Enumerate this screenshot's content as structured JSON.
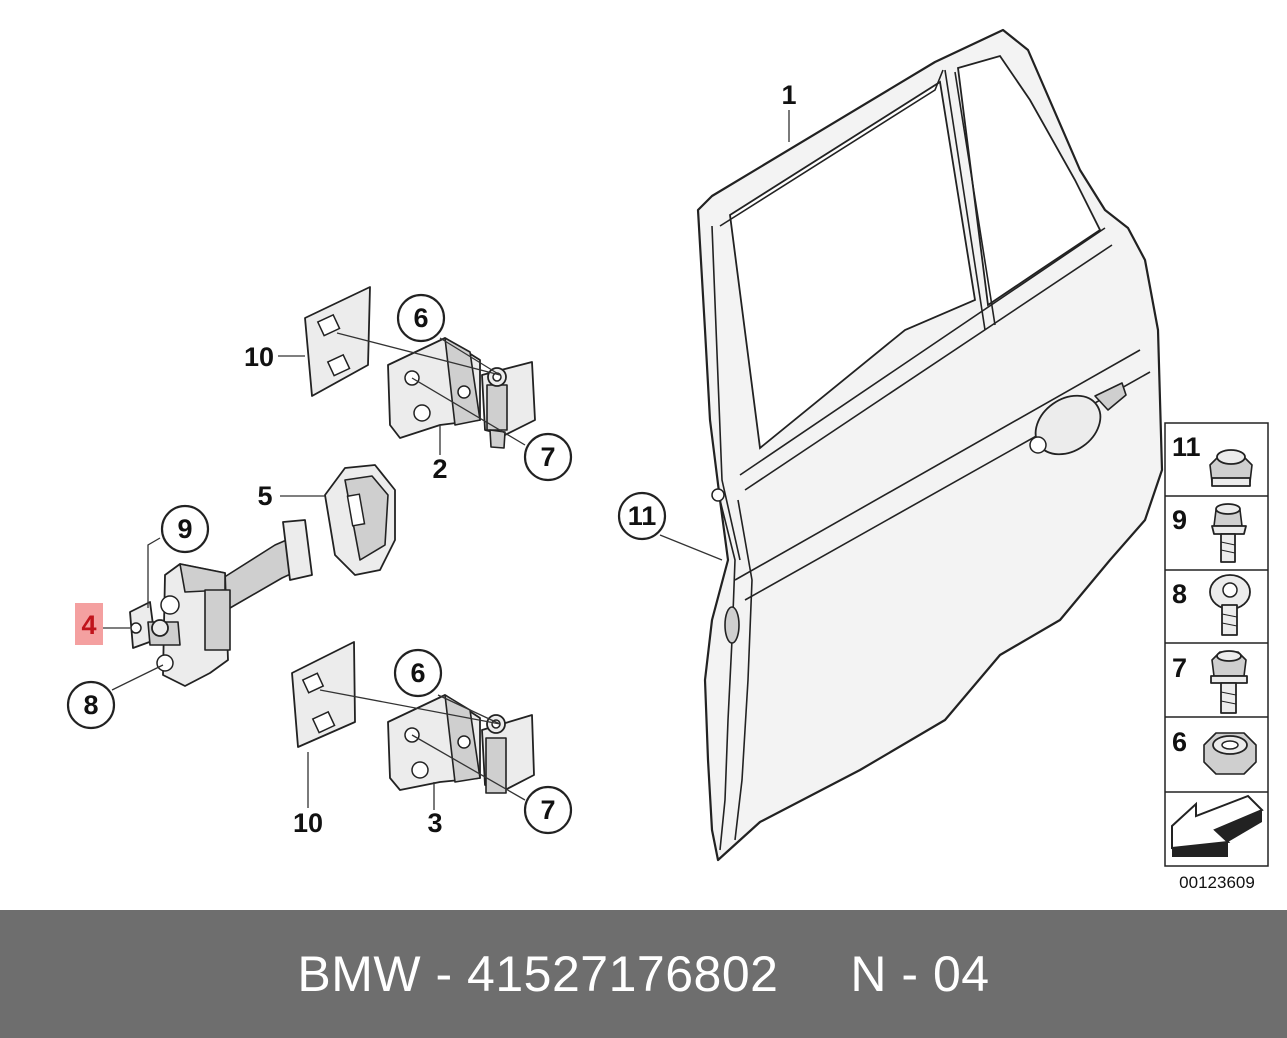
{
  "diagram": {
    "callouts": {
      "door": "1",
      "upper_hinge": "2",
      "lower_hinge": "3",
      "door_check": "4",
      "grommet": "5",
      "hinge_bolt_upper": "6",
      "hinge_bolt_lower": "6",
      "hinge_screw_upper": "7",
      "hinge_screw_lower": "7",
      "check_screw": "8",
      "check_bolt": "9",
      "shim_upper": "10",
      "shim_lower": "10",
      "plug": "11"
    },
    "highlighted_part": "4",
    "highlight_color": "#f4a0a0",
    "legend": [
      "11",
      "9",
      "8",
      "7",
      "6"
    ],
    "legend_icons": [
      "cap-nut-icon",
      "torx-bolt-icon",
      "torx-screw-icon",
      "hex-bolt-icon",
      "hex-nut-icon"
    ],
    "orientation_icon": "direction-arrow-icon",
    "ref_number": "00123609"
  },
  "footer": {
    "brand": "BMW",
    "separator": " - ",
    "part_number": "41527176802",
    "gap": "     ",
    "position": "N - 04",
    "background": "#6e6e6e"
  }
}
